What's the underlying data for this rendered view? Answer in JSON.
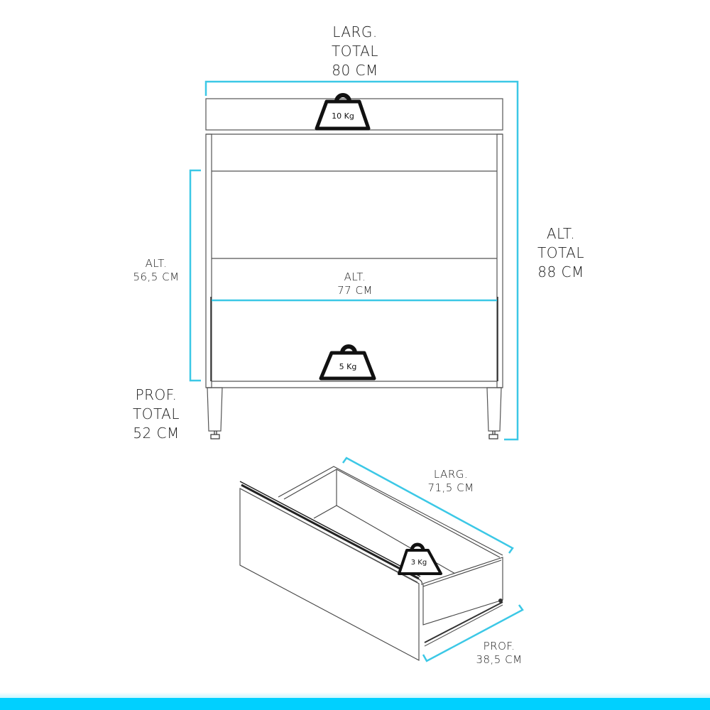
{
  "colors": {
    "dimension_line": "#3cc8e6",
    "outline": "#444444",
    "bottom_stripe": "#00d0ff",
    "text": "#1a1a1a"
  },
  "cabinet": {
    "width_label": {
      "line1": "LARG.",
      "line2": "TOTAL",
      "line3": "80 CM"
    },
    "total_height_label": {
      "line1": "ALT.",
      "line2": "TOTAL",
      "line3": "88 CM"
    },
    "inner_height_label": {
      "line1": "ALT.",
      "line2": "56,5 CM"
    },
    "interior_height_label": {
      "line1": "ALT.",
      "line2": "77 CM"
    },
    "depth_label": {
      "line1": "PROF.",
      "line2": "TOTAL",
      "line3": "52 CM"
    },
    "top_weight": {
      "icon": "weight-icon",
      "label": "10 Kg"
    },
    "bottom_weight": {
      "icon": "weight-icon",
      "label": "5 Kg"
    }
  },
  "drawer": {
    "width_label": {
      "line1": "LARG.",
      "line2": "71,5 CM"
    },
    "depth_label": {
      "line1": "PROF.",
      "line2": "38,5 CM"
    },
    "weight": {
      "icon": "weight-icon",
      "label": "3 Kg"
    }
  }
}
